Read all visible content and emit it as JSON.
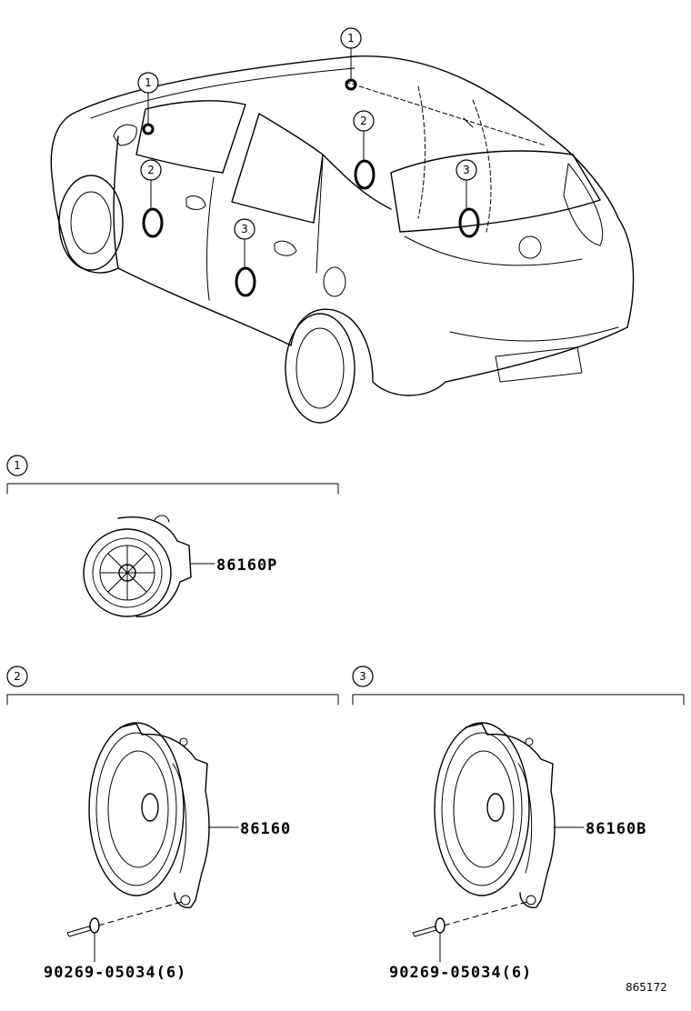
{
  "locations": {
    "front_door_tweeter": "1",
    "rear_door_tweeter": "1",
    "front_door_speaker": "2",
    "rear_door_speaker": "2",
    "front_rear_speaker": "3",
    "rear_rear_speaker": "3"
  },
  "sections": {
    "s1": {
      "num": "1",
      "part": "86160P"
    },
    "s2": {
      "num": "2",
      "part": "86160",
      "screw": "90269-05034(6)"
    },
    "s3": {
      "num": "3",
      "part": "86160B",
      "screw": "90269-05034(6)"
    }
  },
  "figure_code": "865172"
}
